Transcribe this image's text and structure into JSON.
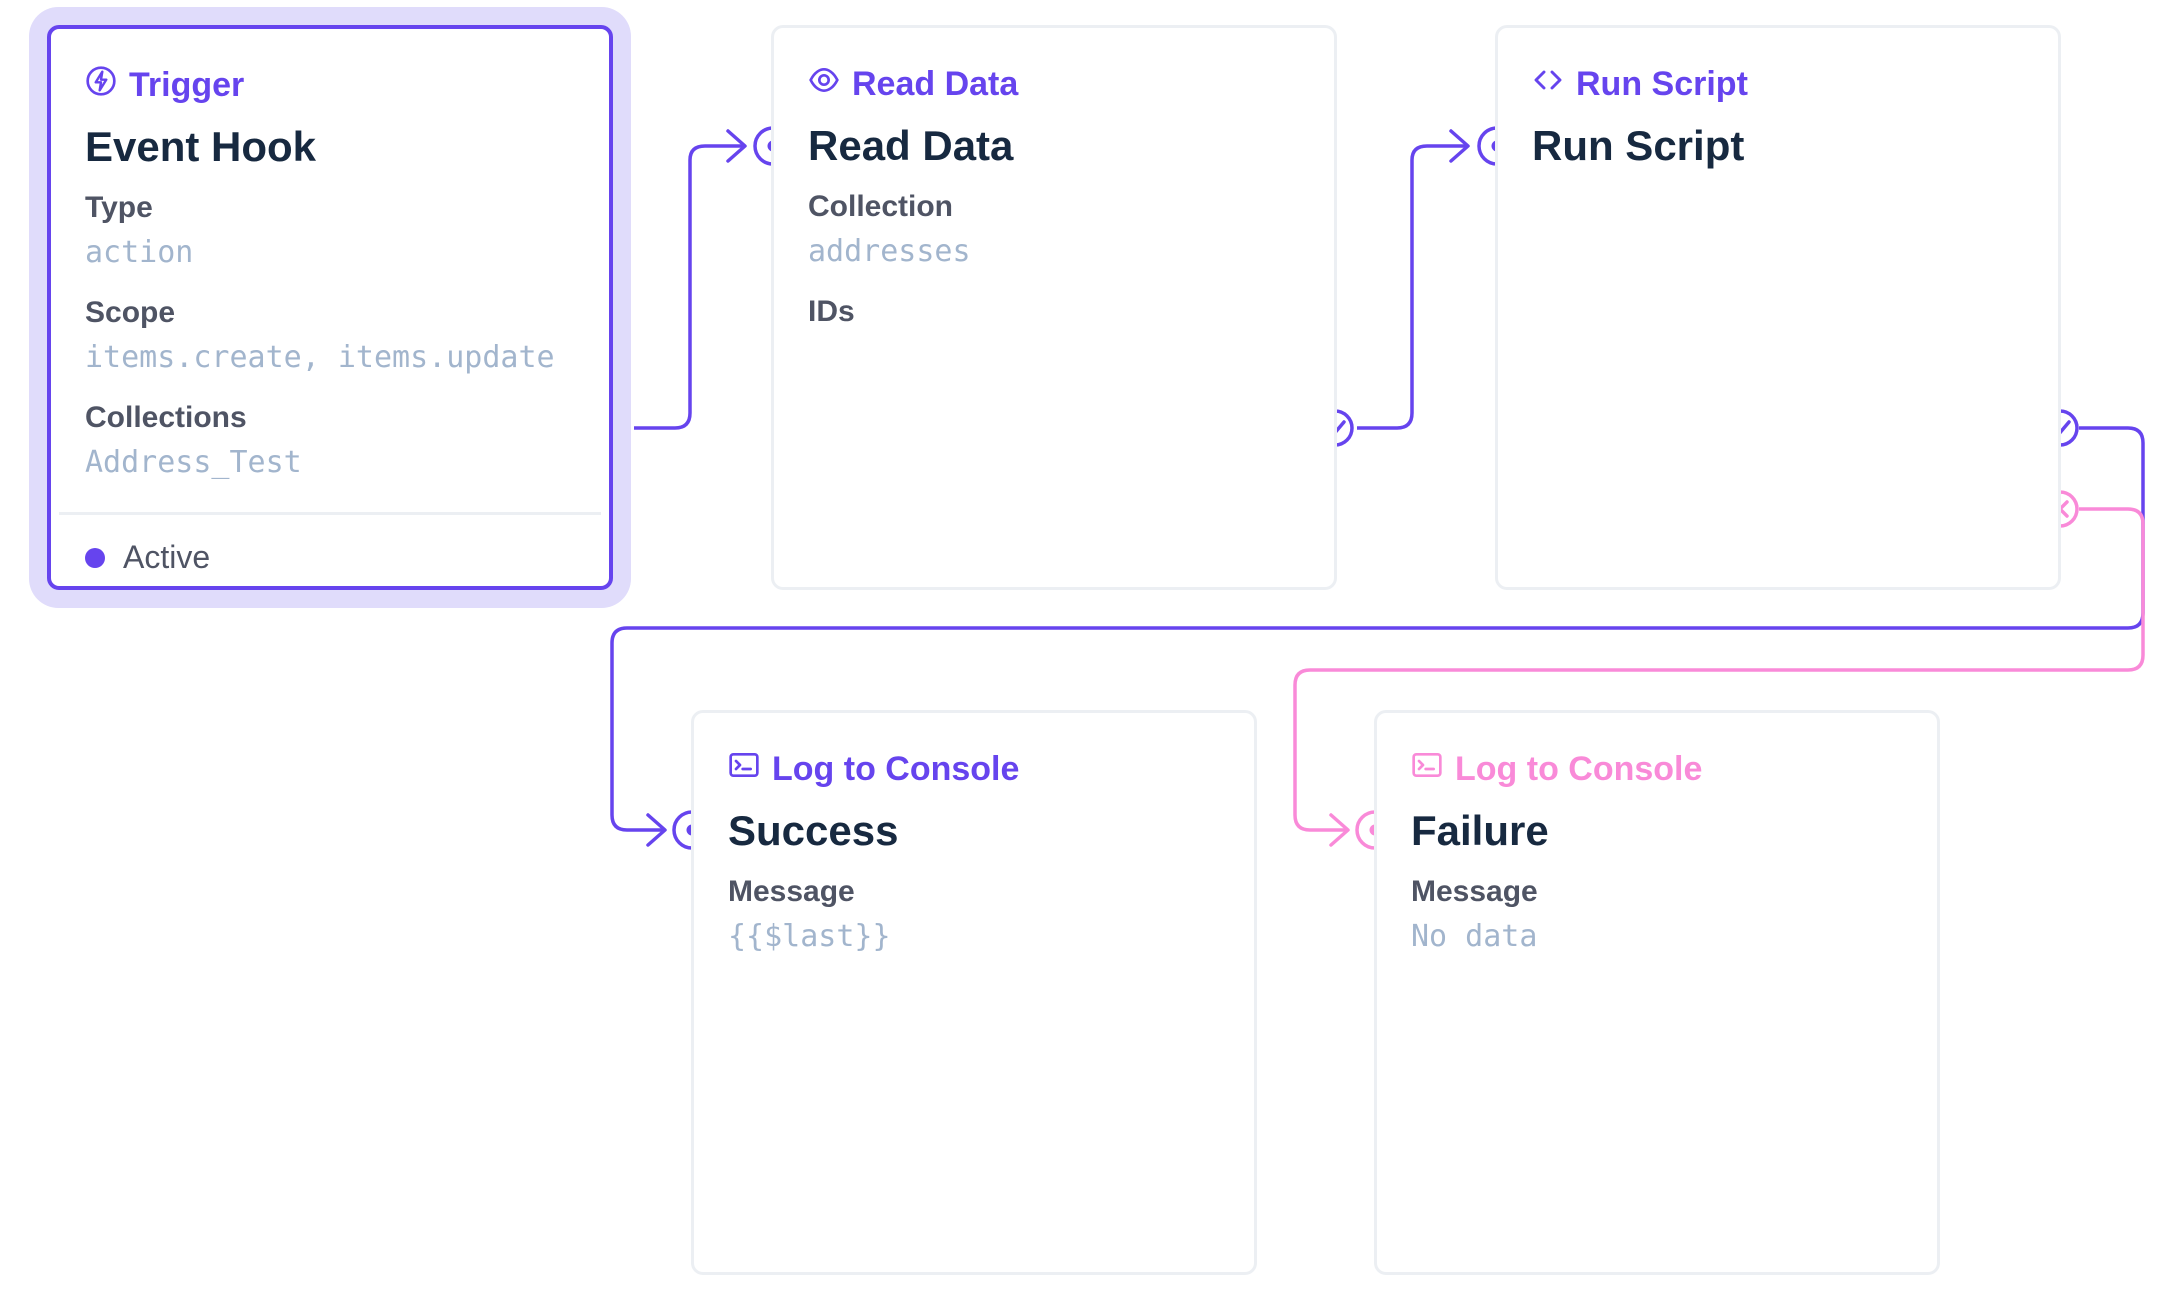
{
  "trigger": {
    "type_label": "Trigger",
    "title": "Event Hook",
    "fields": [
      {
        "label": "Type",
        "value": "action"
      },
      {
        "label": "Scope",
        "value": "items.create, items.update"
      },
      {
        "label": "Collections",
        "value": "Address_Test"
      }
    ],
    "status": "Active"
  },
  "read_data": {
    "type_label": "Read Data",
    "title": "Read Data",
    "fields": [
      {
        "label": "Collection",
        "value": "addresses"
      },
      {
        "label": "IDs"
      }
    ]
  },
  "run_script": {
    "type_label": "Run Script",
    "title": "Run Script"
  },
  "success": {
    "type_label": "Log to Console",
    "title": "Success",
    "fields": [
      {
        "label": "Message",
        "value": "{{$last}}"
      }
    ]
  },
  "failure": {
    "type_label": "Log to Console",
    "title": "Failure",
    "fields": [
      {
        "label": "Message",
        "value": "No data"
      }
    ]
  },
  "colors": {
    "primary": "#6644ee",
    "failure": "#f98ad8",
    "trigger_glow": "#e0dcfb",
    "title": "#172940",
    "label": "#4f5464",
    "value": "#a2b5cd",
    "card_border": "#eceff3"
  }
}
